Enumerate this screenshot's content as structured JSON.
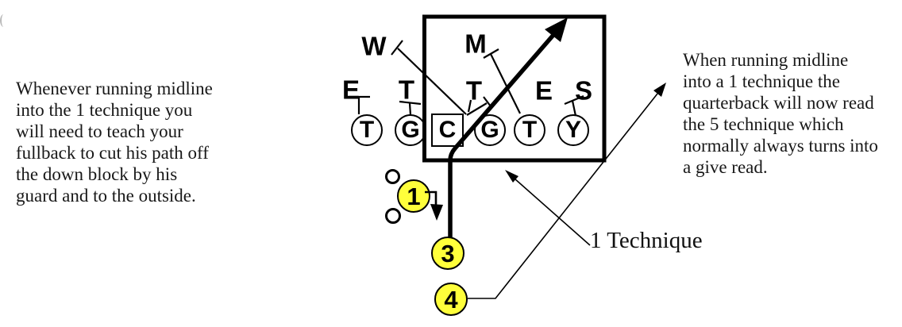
{
  "notes": {
    "left": "Whenever running midline\ninto the 1 technique you\nwill need to teach your\nfullback to cut his path off\nthe down block by his\nguard and to the outside.",
    "right": "When running midline\ninto a 1 technique the\nquarterback will now read\nthe 5 technique which\nnormally always turns into\na give read."
  },
  "callout": {
    "label": "1 Technique"
  },
  "defense": {
    "will": "W",
    "mike": "M",
    "end_left": "E",
    "tackle_left": "T",
    "nose_tackle": "T",
    "end_right": "E",
    "sam": "S"
  },
  "offense": {
    "left_tackle": "T",
    "left_guard": "G",
    "center": "C",
    "right_guard": "G",
    "right_tackle": "T",
    "tight_end": "Y"
  },
  "backfield": {
    "quarterback": "1",
    "fullback": "3",
    "halfback": "4"
  },
  "colors": {
    "back_circle_fill": "#ffff3b",
    "ink": "#000000"
  }
}
